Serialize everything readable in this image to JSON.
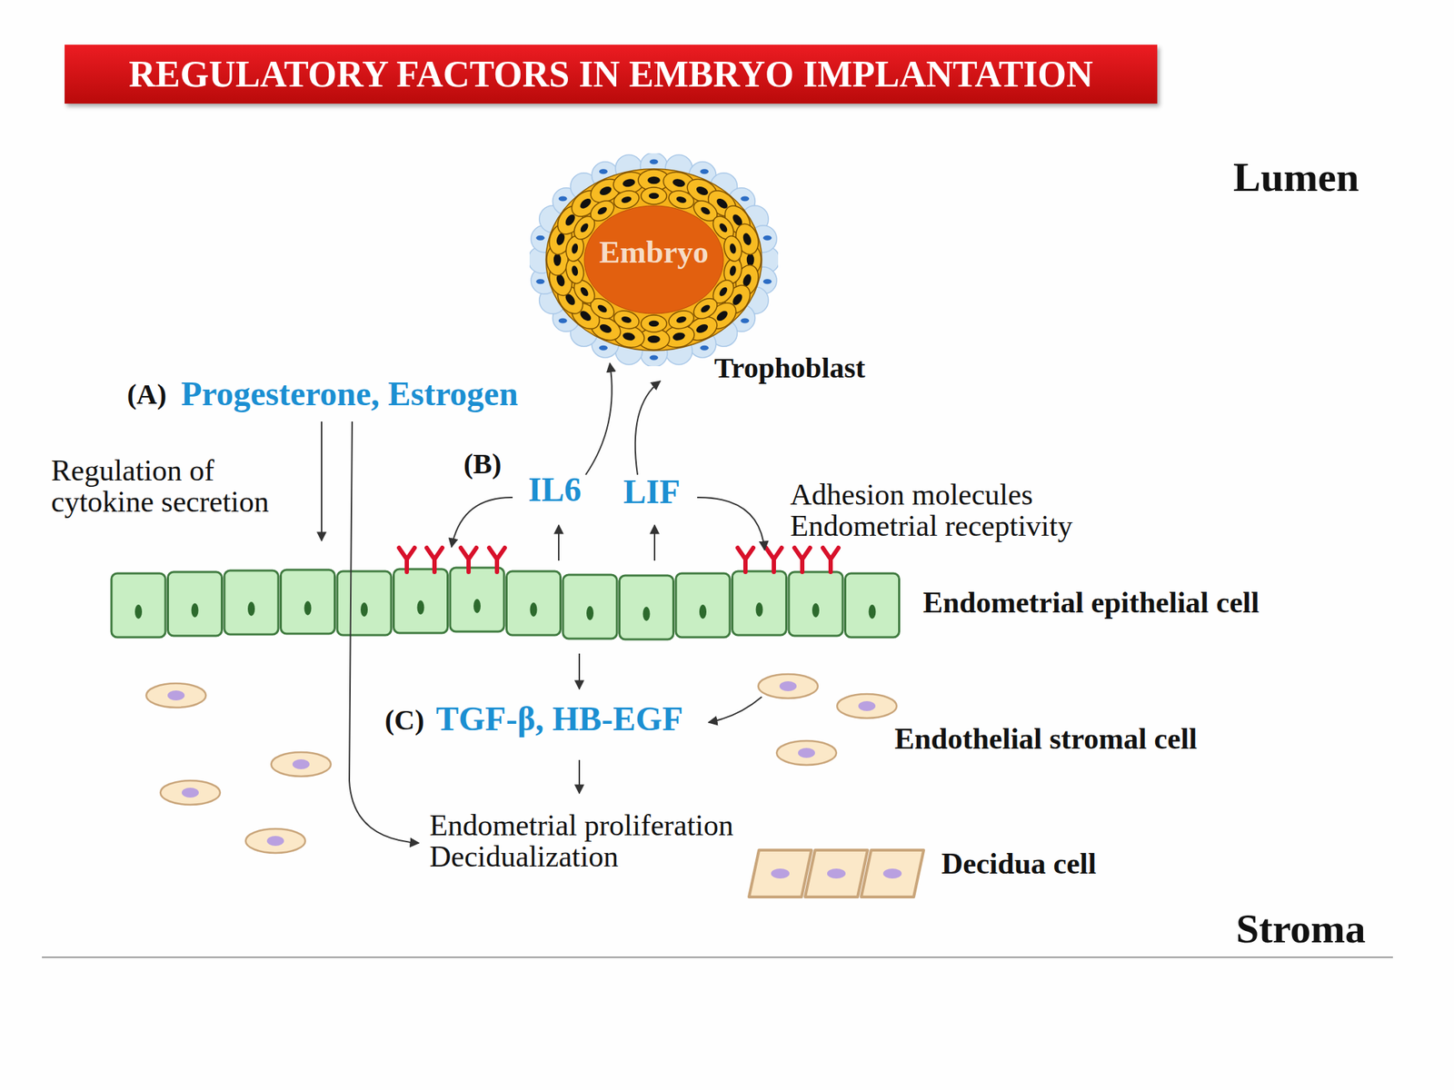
{
  "diagram": {
    "title": "REGULATORY FACTORS IN EMBRYO IMPLANTATION",
    "nodes": [
      {
        "text": [
          "Embryo"
        ]
      }
    ],
    "labels": [
      "Lumen",
      "Trophoblast",
      "(A)",
      "Progesterone, Estrogen",
      "Regulation of cytokine secretion",
      "(B)",
      "IL6",
      "LIF",
      "Adhesion molecules Endometrial receptivity",
      "Endometrial epithelial cell",
      "(C)",
      "TGF-β, HB-EGF",
      "Endothelial stromal cell",
      "Endometrial proliferation Decidualization",
      "Decidua cell",
      "Stroma"
    ]
  }
}
